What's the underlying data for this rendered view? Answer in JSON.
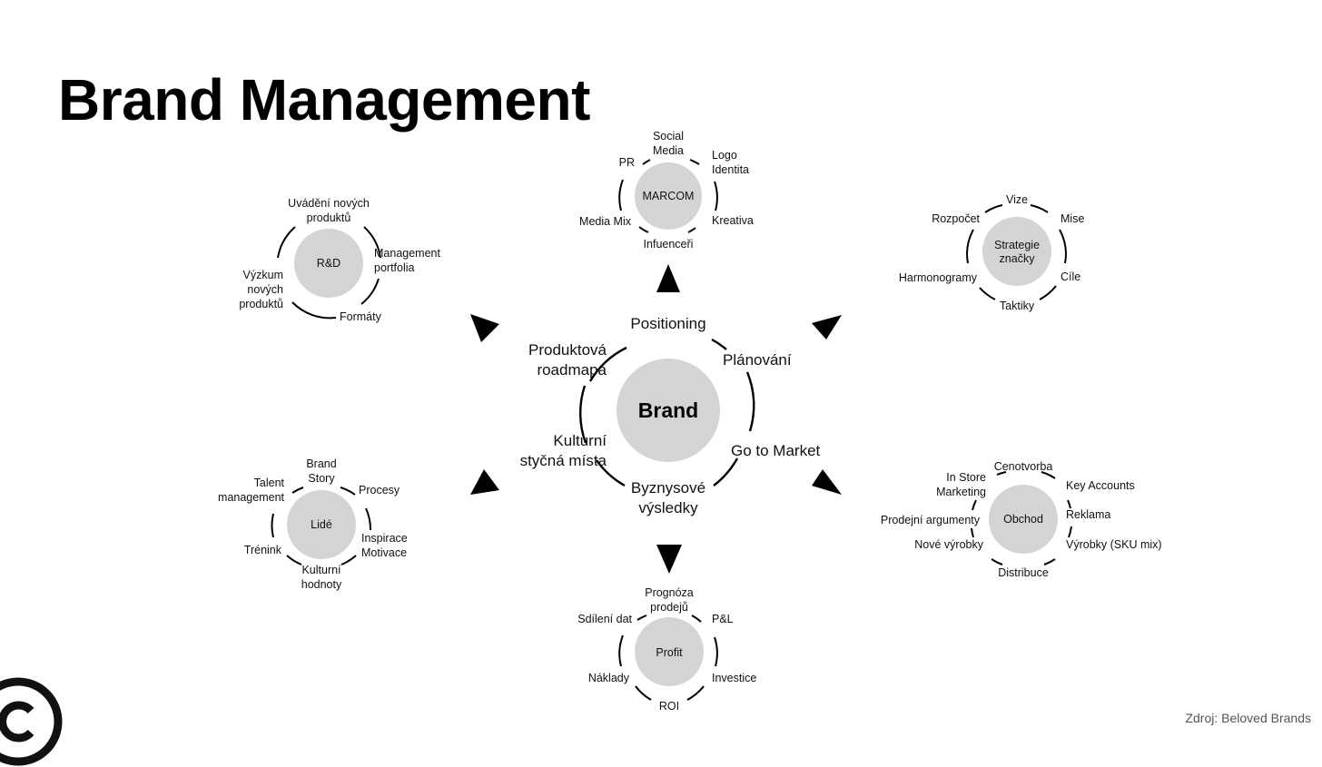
{
  "title": "Brand Management",
  "source": "Zdroj: Beloved Brands",
  "logo_icon": "copyright-icon",
  "colors": {
    "circle_fill": "#d4d4d4",
    "stroke": "#000000",
    "text": "#111111"
  },
  "center": {
    "label": "Brand",
    "items": [
      "Positioning",
      "Plánování",
      "Go to Market",
      "Byznysové výsledky",
      "Kulturní styčná místa",
      "Produktová roadmapa"
    ]
  },
  "clusters": {
    "marcom": {
      "label": "MARCOM",
      "items": [
        "Social Media",
        "Logo Identita",
        "Kreativa",
        "Infuenceři",
        "Media Mix",
        "PR"
      ]
    },
    "strategie": {
      "label": "Strategie značky",
      "items": [
        "Vize",
        "Mise",
        "Cíle",
        "Taktiky",
        "Harmonogramy",
        "Rozpočet"
      ]
    },
    "obchod": {
      "label": "Obchod",
      "items": [
        "Cenotvorba",
        "Key Accounts",
        "Reklama",
        "Výrobky (SKU mix)",
        "Distribuce",
        "Nové výrobky",
        "Prodejní argumenty",
        "In Store Marketing"
      ]
    },
    "profit": {
      "label": "Profit",
      "items": [
        "Prognóza prodejů",
        "P&L",
        "Investice",
        "ROI",
        "Náklady",
        "Sdílení dat"
      ]
    },
    "lide": {
      "label": "Lidé",
      "items": [
        "Brand Story",
        "Procesy",
        "Inspirace Motivace",
        "Kulturní hodnoty",
        "Trénink",
        "Talent management"
      ]
    },
    "rd": {
      "label": "R&D",
      "items": [
        "Uvádění nových produktů",
        "Management portfolia",
        "Formáty",
        "Výzkum nových produktů"
      ]
    }
  }
}
